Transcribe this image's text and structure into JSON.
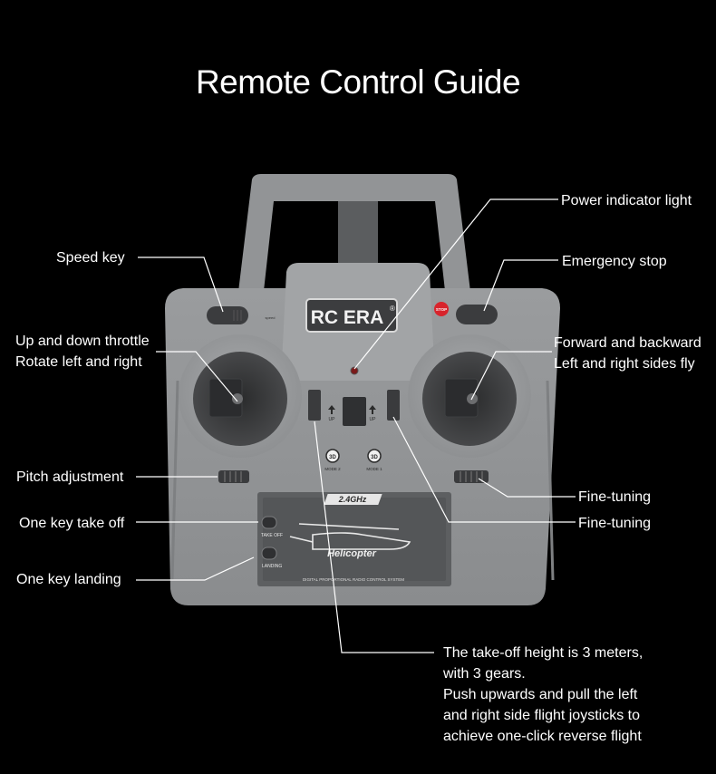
{
  "title": "Remote Control Guide",
  "device": {
    "brand": "RC ERA",
    "brand_mark": "®",
    "stop_badge": "STOP",
    "band": "2.4GHz",
    "model_name": "Helicopter",
    "system_text": "DIGITAL PROPORTIONAL RADIO CONTROL SYSTEM",
    "take_off_text": "TAKE OFF",
    "landing_text": "LANDING",
    "up_left": "UP",
    "up_right": "UP",
    "mode2_badge": "3D",
    "mode2_text": "MODE 2",
    "mode1_badge": "3D",
    "mode1_text": "MODE 1",
    "speed_text": "speed"
  },
  "labels": {
    "power_indicator": "Power indicator light",
    "speed_key": "Speed key",
    "emergency_stop": "Emergency stop",
    "throttle_line1": "Up and down throttle",
    "throttle_line2": "Rotate left and right",
    "forward_line1": "Forward and backward",
    "forward_line2": "Left and right sides fly",
    "pitch_adjustment": "Pitch adjustment",
    "fine_tuning_1": "Fine-tuning",
    "fine_tuning_2": "Fine-tuning",
    "one_key_takeoff": "One key take off",
    "one_key_landing": "One key  landing"
  },
  "note_lines": [
    "The take-off height is 3 meters,",
    "with 3 gears.",
    "Push upwards and pull the left",
    "and right side flight joysticks to",
    "achieve one-click reverse flight"
  ]
}
